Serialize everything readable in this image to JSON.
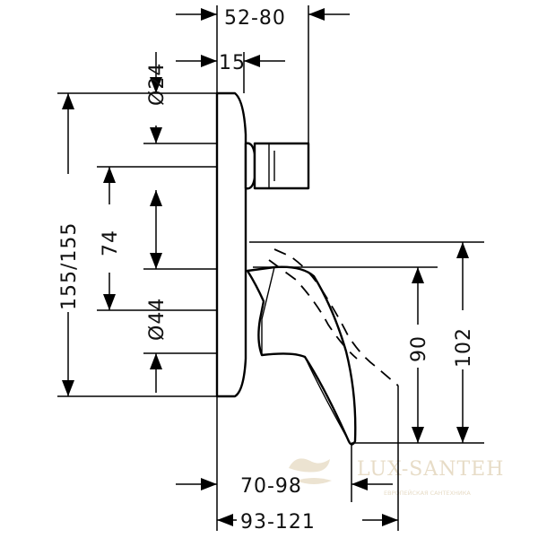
{
  "drawing": {
    "dimensions": {
      "top_width": "52-80",
      "flange_depth": "15",
      "diameter_24": "Ø24",
      "overall_height": "155/155",
      "spacing": "74",
      "diameter_44": "Ø44",
      "outlet_height": "90",
      "total_height": "102",
      "spout_reach": "70-98",
      "total_depth": "93-121"
    },
    "watermark": {
      "brand": "LUX-SANTEH",
      "tagline": "ЕВРОПЕЙСКАЯ САНТЕХНИКА"
    }
  }
}
